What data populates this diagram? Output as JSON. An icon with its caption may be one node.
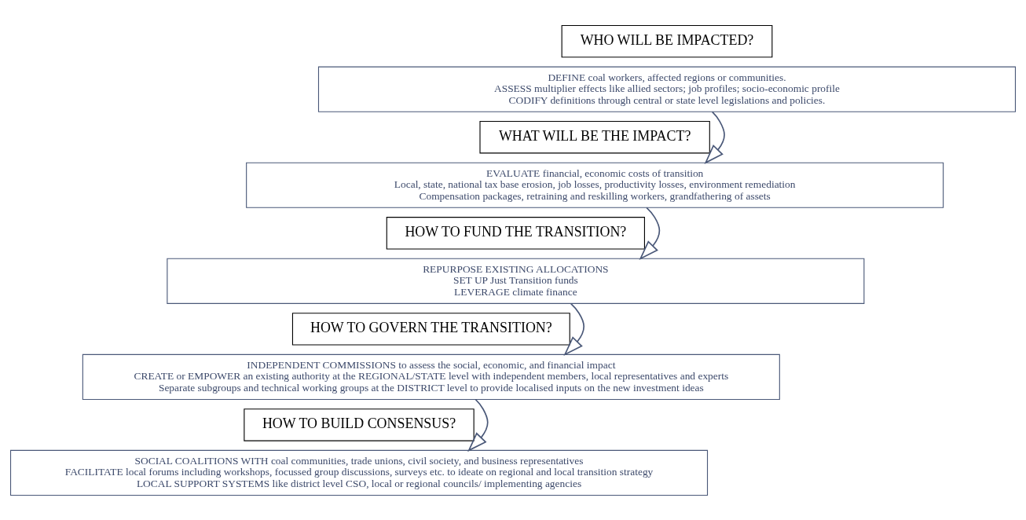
{
  "diagram": {
    "nodes": [
      {
        "text": [
          "WHO WILL BE IMPACTED?"
        ]
      },
      {
        "text": [
          "DEFINE coal workers, affected regions or communities.",
          "ASSESS multiplier effects like allied sectors; job profiles; socio-economic profile",
          "CODIFY definitions through central or state level legislations and policies."
        ]
      },
      {
        "text": [
          "WHAT WILL BE THE IMPACT?"
        ]
      },
      {
        "text": [
          "EVALUATE financial, economic costs of transition",
          "Local, state, national tax base erosion, job losses, productivity losses, environment remediation",
          "Compensation packages, retraining and reskilling workers, grandfathering of assets"
        ]
      },
      {
        "text": [
          "HOW TO FUND THE TRANSITION?"
        ]
      },
      {
        "text": [
          "REPURPOSE EXISTING ALLOCATIONS",
          "SET UP Just Transition funds",
          "LEVERAGE climate finance"
        ]
      },
      {
        "text": [
          "HOW TO GOVERN THE TRANSITION?"
        ]
      },
      {
        "text": [
          "INDEPENDENT COMMISSIONS to assess the social, economic, and financial impact",
          "CREATE or EMPOWER an existing authority at the REGIONAL/STATE level with independent members, local representatives and experts",
          "Separate subgroups and technical working groups at the DISTRICT level to provide localised inputs on the new investment ideas"
        ]
      },
      {
        "text": [
          "HOW TO BUILD CONSENSUS?"
        ]
      },
      {
        "text": [
          "SOCIAL COALITIONS WITH coal communities, trade unions, civil society, and business representatives",
          "FACILITATE local forums including workshops, focussed group discussions, surveys etc. to ideate on regional and local transition strategy",
          "LOCAL SUPPORT SYSTEMS like district level CSO, local or regional councils/ implementing agencies"
        ]
      }
    ],
    "edges": [
      {
        "from": 1,
        "to": 3,
        "arrow": "to"
      },
      {
        "from": 3,
        "to": 5,
        "arrow": "to"
      },
      {
        "from": 5,
        "to": 7,
        "arrow": "to"
      },
      {
        "from": 7,
        "to": 9,
        "arrow": "to"
      }
    ]
  }
}
